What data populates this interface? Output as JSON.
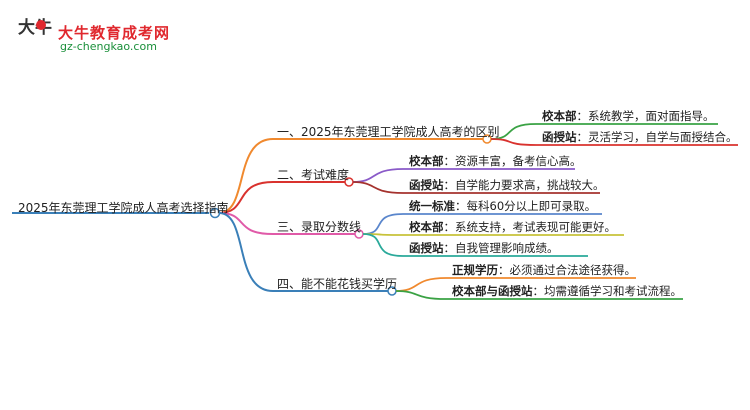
{
  "logo": {
    "icon_text": "大牛",
    "site_name": "大牛教育成考网",
    "url": "gz-chengkao.com"
  },
  "mindmap": {
    "root": "2025年东莞理工学院成人高考选择指南",
    "branches": [
      {
        "label": "一、2025年东莞理工学院成人高考的区别",
        "color": "#f0892e",
        "leaves": [
          {
            "key": "校本部",
            "value": "：系统教学，面对面指导。",
            "color": "#3aa244"
          },
          {
            "key": "函授站",
            "value": "：灵活学习，自学与面授结合。",
            "color": "#d9322e"
          }
        ]
      },
      {
        "label": "二、考试难度",
        "color": "#d9322e",
        "leaves": [
          {
            "key": "校本部",
            "value": "：资源丰富，备考信心高。",
            "color": "#8a5ac8"
          },
          {
            "key": "函授站",
            "value": "：自学能力要求高，挑战较大。",
            "color": "#a5322e"
          }
        ]
      },
      {
        "label": "三、录取分数线",
        "color": "#e05aa8",
        "leaves": [
          {
            "key": "统一标准",
            "value": "：每科60分以上即可录取。",
            "color": "#5a86cc"
          },
          {
            "key": "校本部",
            "value": "：系统支持，考试表现可能更好。",
            "color": "#c7c23a"
          },
          {
            "key": "函授站",
            "value": "：自我管理影响成绩。",
            "color": "#2aa99a"
          }
        ]
      },
      {
        "label": "四、能不能花钱买学历",
        "color": "#3a7fb8",
        "leaves": [
          {
            "key": "正规学历",
            "value": "：必须通过合法途径获得。",
            "color": "#f0892e"
          },
          {
            "key": "校本部与函授站",
            "value": "：均需遵循学习和考试流程。",
            "color": "#3aa244"
          }
        ]
      }
    ]
  }
}
